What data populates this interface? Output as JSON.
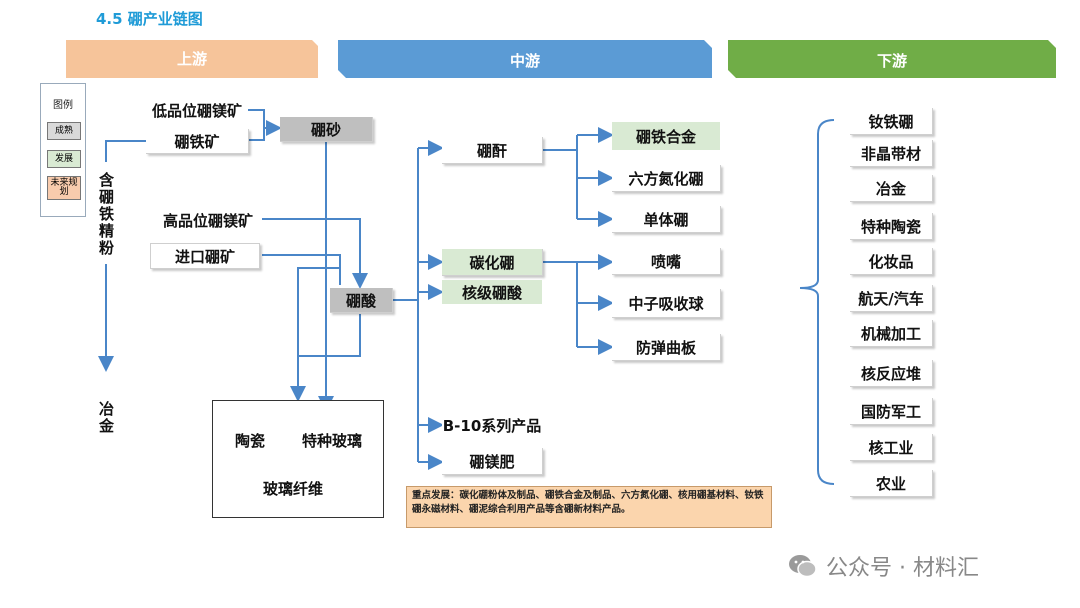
{
  "title": "4.5  硼产业链图",
  "banners": {
    "upstream": "上游",
    "midstream": "中游",
    "downstream": "下游"
  },
  "colors": {
    "upstream": "#f6c49a",
    "midstream": "#5b9bd5",
    "downstream": "#70ad47",
    "line": "#4a86c8",
    "title": "#1f9bd7"
  },
  "legend": {
    "title": "图例",
    "mature": "成熟",
    "developing": "发展",
    "future": "未来规划"
  },
  "upstream": {
    "low_grade": "低品位硼镁矿",
    "boron_iron_ore": "硼铁矿",
    "borax": "硼砂",
    "concentrate": "含硼铁精粉",
    "metallurgy": "冶金",
    "high_grade": "高品位硼镁矿",
    "imported": "进口硼矿",
    "boric_acid": "硼酸",
    "ceramics": "陶瓷",
    "special_glass": "特种玻璃",
    "glass_fiber": "玻璃纤维"
  },
  "midstream": {
    "boric_anhydride": "硼酐",
    "ferroboron": "硼铁合金",
    "hbn": "六方氮化硼",
    "elemental_boron": "单体硼",
    "boron_carbide": "碳化硼",
    "nuclear_boric_acid": "核级硼酸",
    "nozzle": "喷嘴",
    "neutron_ball": "中子吸收球",
    "armor": "防弹曲板",
    "b10": "B-10系列产品",
    "fertilizer": "硼镁肥"
  },
  "note": "重点发展：碳化硼粉体及制品、硼铁合金及制品、六方氮化硼、核用硼基材料、钕铁硼永磁材料、硼泥综合利用产品等含硼新材料产品。",
  "downstream": [
    "钕铁硼",
    "非晶带材",
    "冶金",
    "特种陶瓷",
    "化妆品",
    "航天/汽车",
    "机械加工",
    "核反应堆",
    "国防军工",
    "核工业",
    "农业"
  ],
  "watermark": "公众号 · 材料汇"
}
